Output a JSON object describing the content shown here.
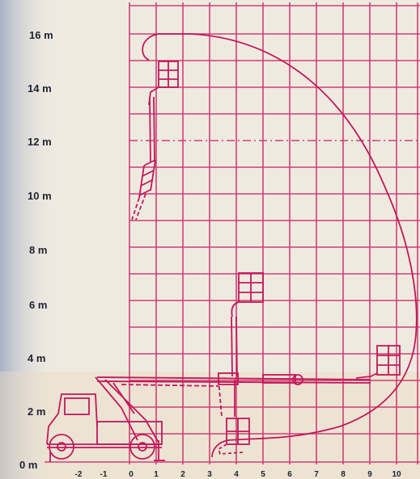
{
  "diagram": {
    "y_axis_labels": [
      "16 m",
      "14 m",
      "12 m",
      "10 m",
      "8 m",
      "6 m",
      "4 m",
      "2 m",
      "0 m"
    ],
    "x_axis_labels": [
      "-2",
      "-1",
      "0",
      "1",
      "2",
      "3",
      "4",
      "5",
      "6",
      "7",
      "8",
      "9",
      "10"
    ],
    "colors": {
      "background": "#efeae0",
      "left_strip": "#b8bfd2",
      "grid": "#cf3f74",
      "drawing": "#c2185b",
      "labels": "#1f2130"
    }
  }
}
